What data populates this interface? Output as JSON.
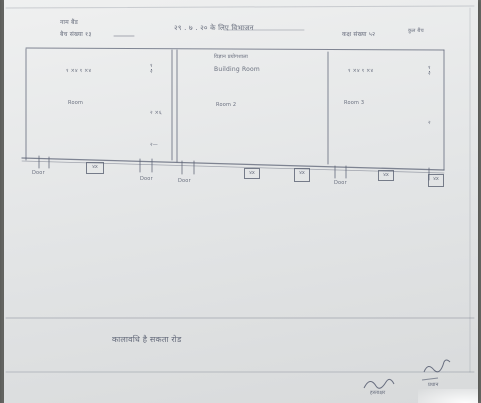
{
  "header": {
    "line1": "नाम बैंड",
    "line2": "बैच संख्या  १३",
    "date_subject": "२९ . ७ . २० के लिए विभाजन",
    "room_no": "कक्ष संख्या  ५२",
    "extra": "कुल बैंच"
  },
  "left_section": {
    "label_row": "१ ×४      १ ×४",
    "room": "Room",
    "dims": [
      "१",
      "२",
      "२ ×६",
      "२—"
    ]
  },
  "middle_section": {
    "title": "विज्ञान प्रयोगशाला",
    "subtitle": "Building Room",
    "room": "Room 2"
  },
  "right_section": {
    "label_row": "१ ×४    १ ×४",
    "room": "Room 3",
    "dims": [
      "१",
      "२",
      "२"
    ]
  },
  "bottom_labels": {
    "door_left": "Door",
    "box1": "४x",
    "door2": "Door",
    "door3": "Door",
    "box2": "४x",
    "box3": "४x",
    "door4": "Door",
    "box4": "४x",
    "box5": "४x"
  },
  "footer": {
    "remark": "कालावधि है     सकता रोड",
    "signature_1": "हस्ताक्षर",
    "signature_2": "प्रधान"
  }
}
